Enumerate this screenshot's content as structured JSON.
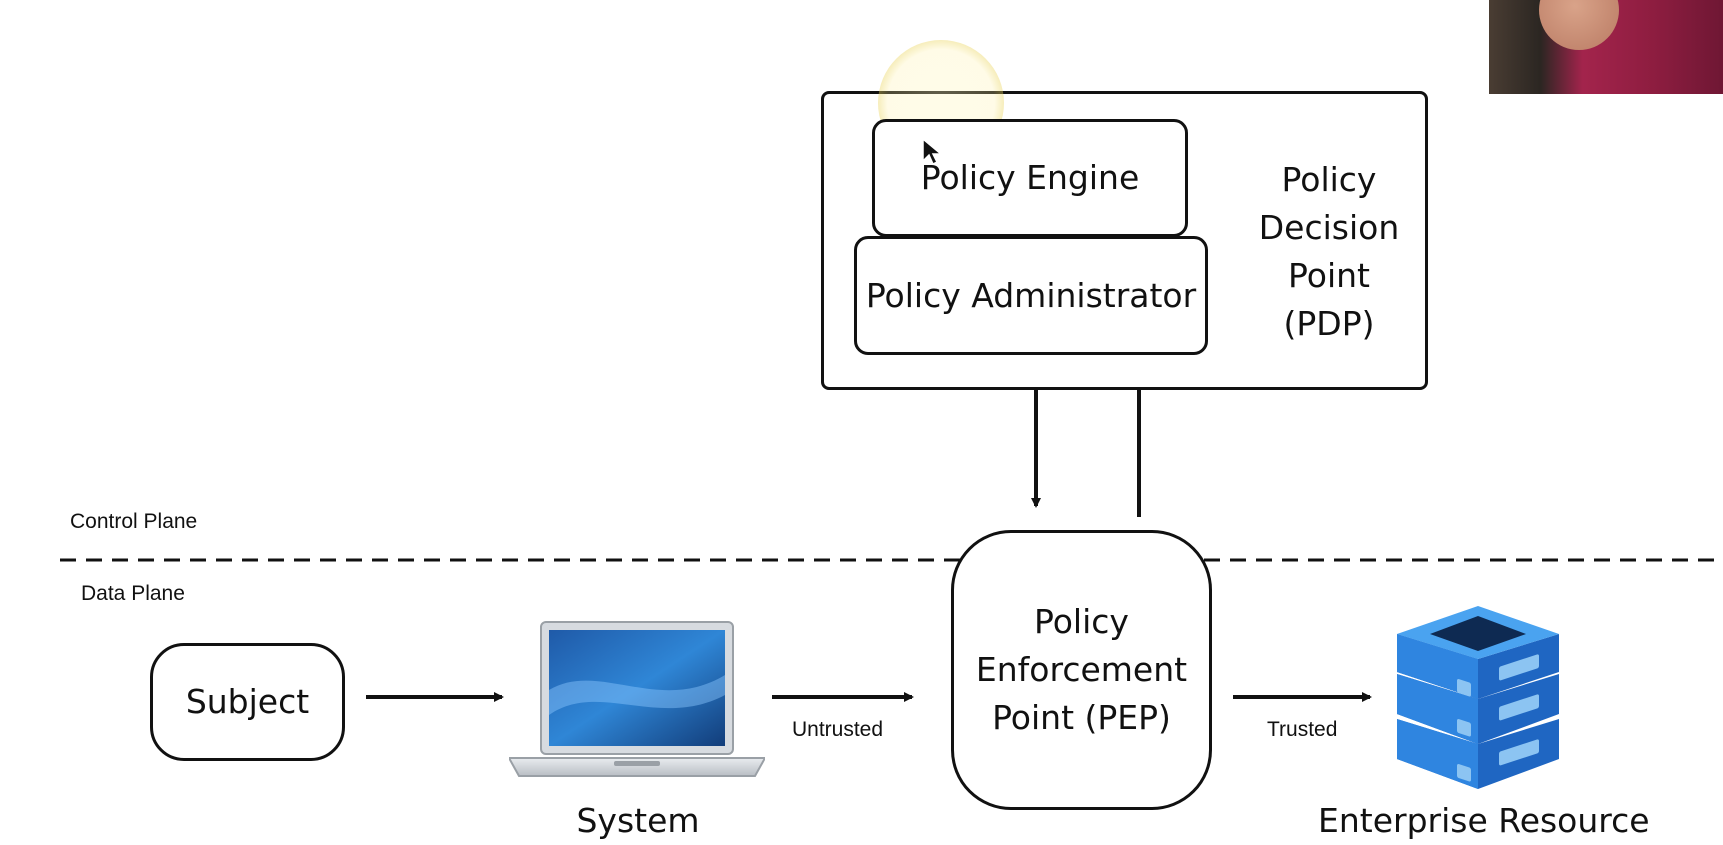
{
  "diagram": {
    "planes": {
      "control_label": "Control Plane",
      "data_label": "Data Plane"
    },
    "pdp": {
      "lines": [
        "Policy",
        "Decision",
        "Point",
        "(PDP)"
      ],
      "policy_engine": "Policy Engine",
      "policy_administrator": "Policy Administrator"
    },
    "pep": {
      "lines": [
        "Policy",
        "Enforcement",
        "Point (PEP)"
      ]
    },
    "subject": "Subject",
    "system": "System",
    "enterprise_resource": "Enterprise Resource",
    "flow_labels": {
      "untrusted": "Untrusted",
      "trusted": "Trusted"
    },
    "colors": {
      "ink": "#111111",
      "server_blue": "#2f7fd6",
      "server_dark": "#0e2a52"
    }
  },
  "icons": {
    "system": "laptop-icon",
    "enterprise_resource": "database-server-icon",
    "pointer": "cursor-arrow-icon"
  }
}
